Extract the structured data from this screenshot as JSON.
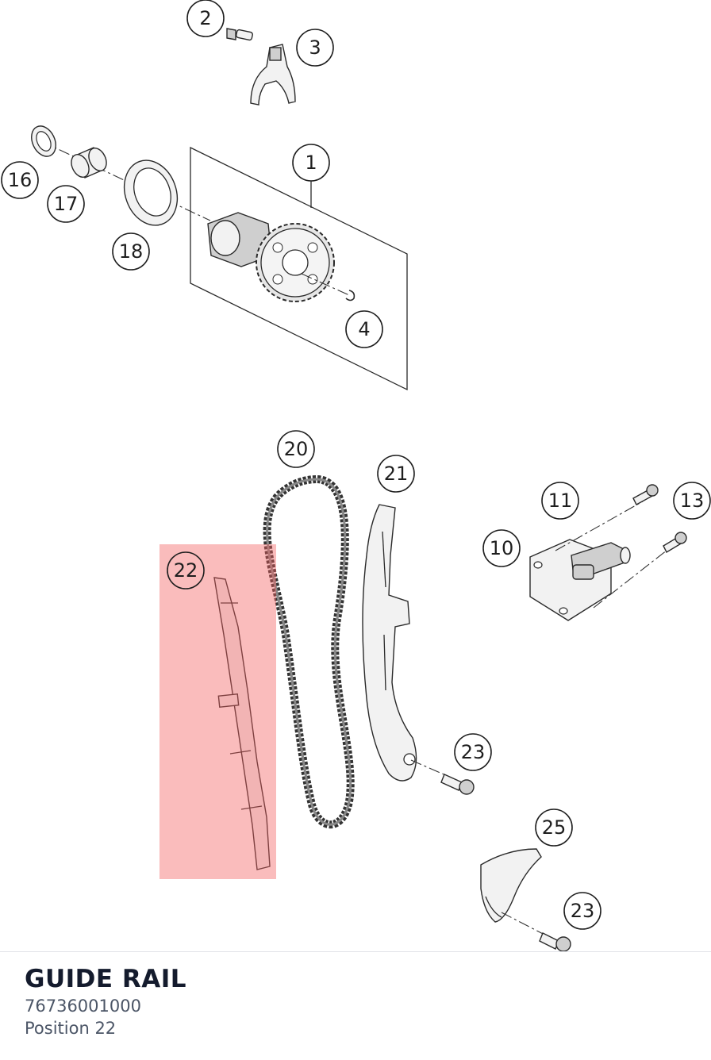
{
  "diagram": {
    "callouts": [
      {
        "id": "c1",
        "label": "1"
      },
      {
        "id": "c2",
        "label": "2"
      },
      {
        "id": "c3",
        "label": "3"
      },
      {
        "id": "c4",
        "label": "4"
      },
      {
        "id": "c10",
        "label": "10"
      },
      {
        "id": "c11",
        "label": "11"
      },
      {
        "id": "c13",
        "label": "13"
      },
      {
        "id": "c16",
        "label": "16"
      },
      {
        "id": "c17",
        "label": "17"
      },
      {
        "id": "c18",
        "label": "18"
      },
      {
        "id": "c20",
        "label": "20"
      },
      {
        "id": "c21",
        "label": "21"
      },
      {
        "id": "c22",
        "label": "22"
      },
      {
        "id": "c23a",
        "label": "23"
      },
      {
        "id": "c23b",
        "label": "23"
      },
      {
        "id": "c25",
        "label": "25"
      }
    ],
    "selected_position": "22",
    "highlight_color": "#f45f5f"
  },
  "info": {
    "title": "GUIDE RAIL",
    "part_number": "76736001000",
    "position": "Position 22"
  }
}
